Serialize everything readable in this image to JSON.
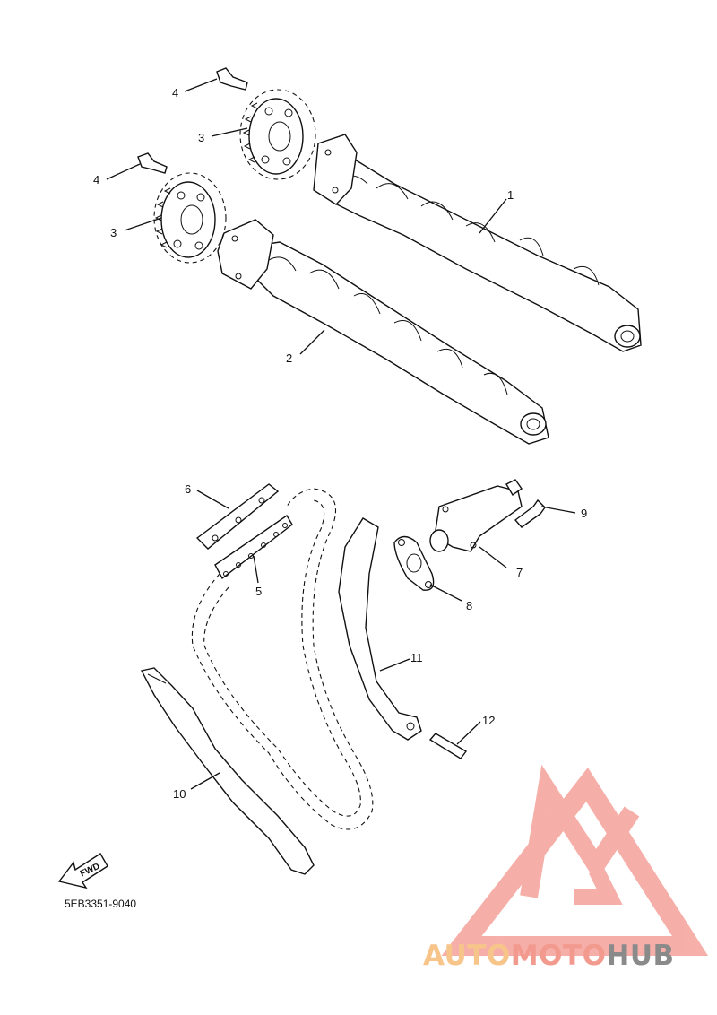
{
  "diagram": {
    "callouts": [
      "1",
      "2",
      "3",
      "3",
      "4",
      "4",
      "5",
      "6",
      "7",
      "8",
      "9",
      "10",
      "11",
      "12"
    ],
    "part_code": "5EB3351-9040",
    "fwd_label": "FWD"
  },
  "watermark": {
    "brand_part1": "AUTO",
    "brand_part2": "MOTO",
    "brand_part3": "HUB",
    "colors": {
      "auto": "#f7c58a",
      "moto": "#f39a8f",
      "hub": "#8a8a8a",
      "logo": "#f4a29a"
    }
  }
}
